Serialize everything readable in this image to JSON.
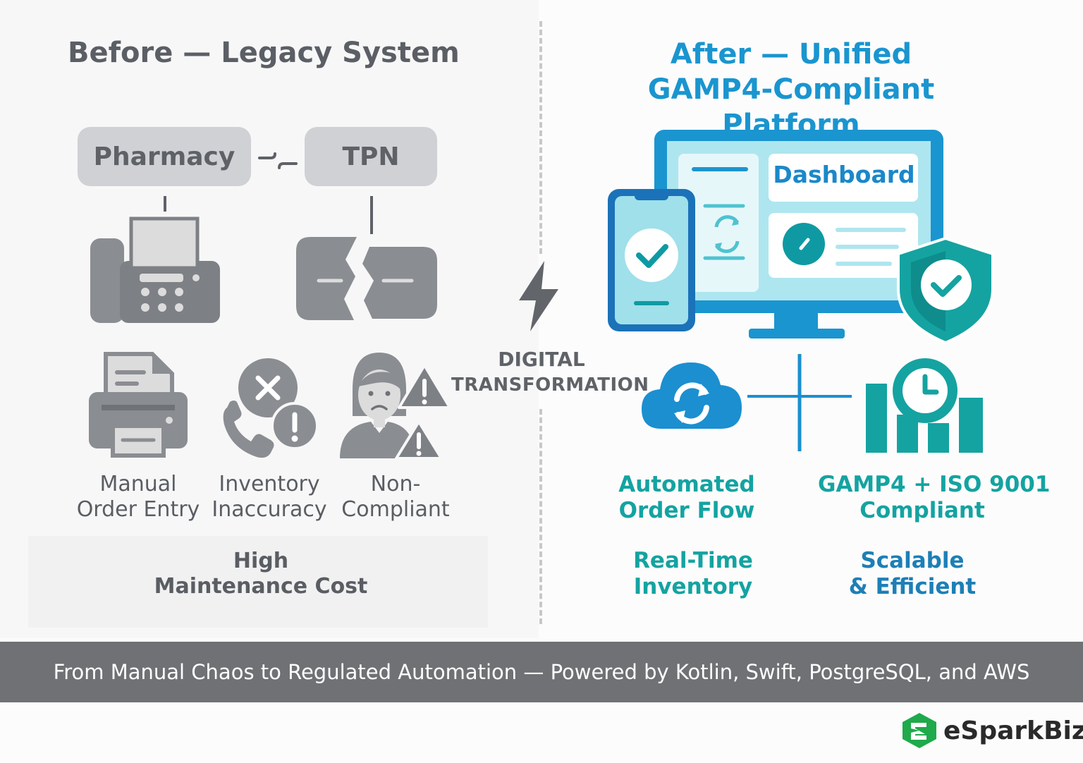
{
  "before": {
    "title": "Before — Legacy System",
    "pills": {
      "pharmacy": "Pharmacy",
      "tpn": "TPN"
    },
    "issues": [
      {
        "line1": "Manual",
        "line2": "Order Entry",
        "icon": "printer-icon"
      },
      {
        "line1": "Inventory",
        "line2": "Inaccuracy",
        "icon": "phone-error-icon"
      },
      {
        "line1": "Non-",
        "line2": "Compliant",
        "icon": "stressed-person-icon"
      }
    ],
    "cost": {
      "line1": "High",
      "line2": "Maintenance Cost"
    }
  },
  "transition": {
    "line1": "DIGITAL",
    "line2": "TRANSFORMATION",
    "icon": "lightning-icon"
  },
  "after": {
    "title": "After — Unified GAMP4-Compliant Platform",
    "dashboard_label": "Dashboard",
    "benefits": [
      {
        "line1": "Automated",
        "line2": "Order Flow"
      },
      {
        "line1": "GAMP4 + ISO 9001",
        "line2": "Compliant"
      },
      {
        "line1": "Real-Time",
        "line2": "Inventory"
      },
      {
        "line1": "Scalable",
        "line2": "& Efficient"
      }
    ]
  },
  "footer": {
    "text": "From Manual Chaos to Regulated Automation — Powered by Kotlin, Swift, PostgreSQL, and AWS"
  },
  "brand": {
    "name": "eSparkBiz"
  },
  "colors": {
    "grey_text": "#5a5e63",
    "legacy_icon": "#8a8d91",
    "after_blue": "#1a95cf",
    "after_teal": "#14a3a1",
    "footer_bg": "#6f7174",
    "brand_green": "#1faa4b"
  }
}
